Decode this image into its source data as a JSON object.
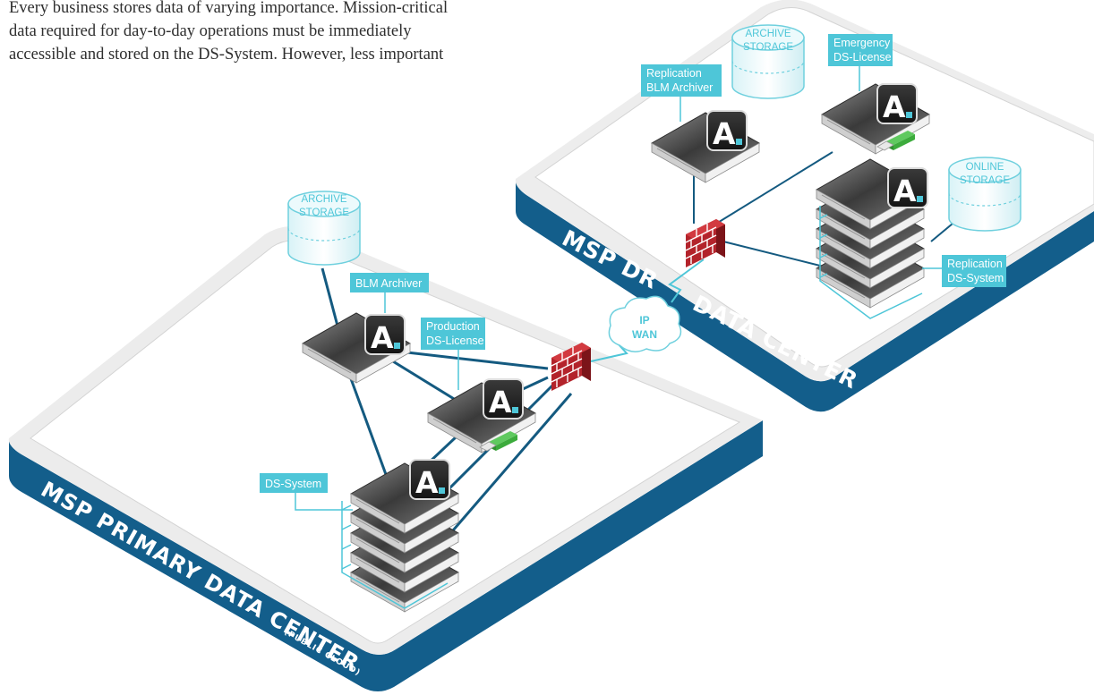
{
  "intro": {
    "line1": "Every business stores data of varying importance. Mission-critical",
    "line2": "data required for day-to-day operations must be immediately",
    "line3": "accessible and stored on the DS-System. However, less important"
  },
  "primary": {
    "title": "MSP PRIMARY DATA CENTER",
    "subtitle": "(PUBLIC CLOUD)",
    "archive_storage": {
      "line1": "ARCHIVE",
      "line2": "STORAGE"
    },
    "blm_archiver": "BLM Archiver",
    "production_license": {
      "line1": "Production",
      "line2": "DS-License"
    },
    "ds_system": "DS-System"
  },
  "dr": {
    "title_part1": "MSP DR",
    "title_part2": "DATA CENTER",
    "archive_storage": {
      "line1": "ARCHIVE",
      "line2": "STORAGE"
    },
    "online_storage": {
      "line1": "ONLINE",
      "line2": "STORAGE"
    },
    "replication_blm": {
      "line1": "Replication",
      "line2": "BLM Archiver"
    },
    "emergency_license": {
      "line1": "Emergency",
      "line2": "DS-License"
    },
    "replication_system": {
      "line1": "Replication",
      "line2": "DS-System"
    }
  },
  "wan": {
    "line1": "IP",
    "line2": "WAN"
  },
  "logo_letter": "A",
  "colors": {
    "platform": "#135e8b",
    "label": "#4ec6d8",
    "link": "#145a80",
    "firewall": "#b3232b",
    "usb": "#3cab3c"
  }
}
